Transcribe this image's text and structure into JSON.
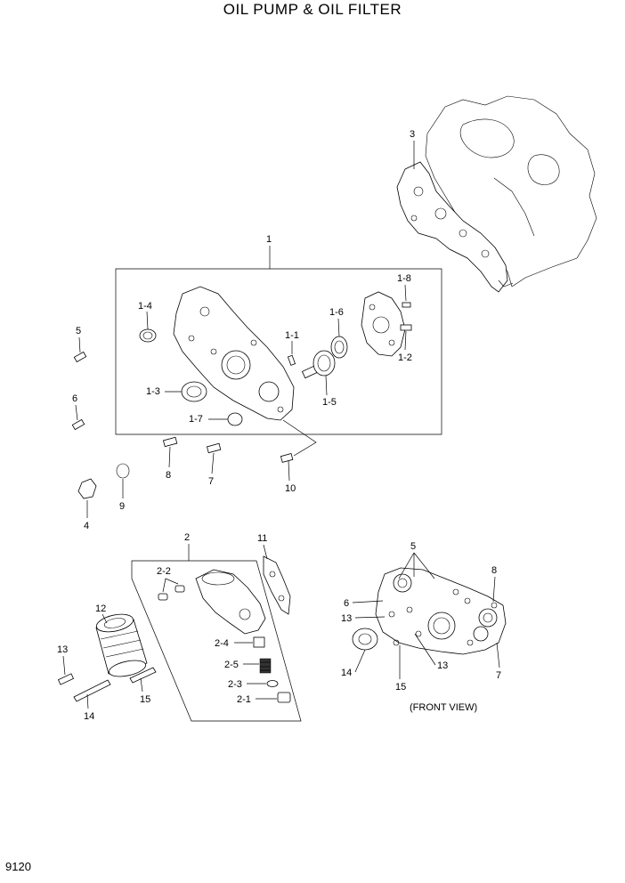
{
  "title": "OIL PUMP & OIL FILTER",
  "page_number": "9120",
  "front_view_label": "(FRONT VIEW)",
  "labels": {
    "p1": "1",
    "p1_1": "1-1",
    "p1_2": "1-2",
    "p1_3": "1-3",
    "p1_4": "1-4",
    "p1_5": "1-5",
    "p1_6": "1-6",
    "p1_7": "1-7",
    "p1_8": "1-8",
    "p2": "2",
    "p2_1": "2-1",
    "p2_2": "2-2",
    "p2_3": "2-3",
    "p2_4": "2-4",
    "p2_5": "2-5",
    "p3": "3",
    "p4": "4",
    "p5": "5",
    "p6": "6",
    "p7": "7",
    "p8": "8",
    "p9": "9",
    "p10": "10",
    "p11": "11",
    "p12": "12",
    "p13": "13",
    "p14": "14",
    "p15": "15",
    "fv5": "5",
    "fv6": "6",
    "fv7": "7",
    "fv8": "8",
    "fv13a": "13",
    "fv13b": "13",
    "fv14": "14",
    "fv15": "15"
  }
}
